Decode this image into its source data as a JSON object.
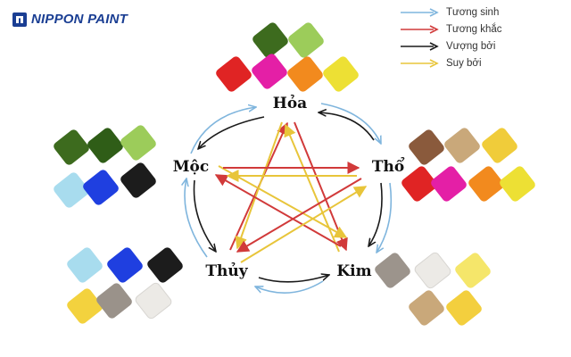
{
  "brand": {
    "name": "NIPPON PAINT",
    "color": "#1a3e93"
  },
  "legend": [
    {
      "label": "Tương sinh",
      "color": "#7fb5dd",
      "type": "sinh"
    },
    {
      "label": "Tương khắc",
      "color": "#d13a3a",
      "type": "khac"
    },
    {
      "label": "Vượng bởi",
      "color": "#1a1a1a",
      "type": "vuong"
    },
    {
      "label": "Suy bởi",
      "color": "#e8c53a",
      "type": "suy"
    }
  ],
  "elements": [
    {
      "id": "hoa",
      "label": "Hỏa",
      "swatches": [
        "#3d6b1e",
        "#9ccc5a",
        "#e02424",
        "#e41fa6",
        "#f28a1e",
        "#ede034"
      ]
    },
    {
      "id": "tho",
      "label": "Thổ",
      "swatches": [
        "#8a5a3c",
        "#c9a87a",
        "#f0cc3a",
        "#e02424",
        "#e41fa6",
        "#f28a1e",
        "#ede034"
      ]
    },
    {
      "id": "kim",
      "label": "Kim",
      "swatches": [
        "#9c948c",
        "#eceae6",
        "#f5e66a",
        "#c9a87a",
        "#f3cf3e"
      ]
    },
    {
      "id": "thuy",
      "label": "Thủy",
      "swatches": [
        "#a8dcee",
        "#1f3fe0",
        "#1c1c1c",
        "#f3d23e",
        "#9a928a",
        "#eceae6"
      ]
    },
    {
      "id": "moc",
      "label": "Mộc",
      "swatches": [
        "#3d6b1e",
        "#2f5d17",
        "#9ccc5a",
        "#a8dcee",
        "#1f3fe0",
        "#1c1c1c"
      ]
    }
  ]
}
